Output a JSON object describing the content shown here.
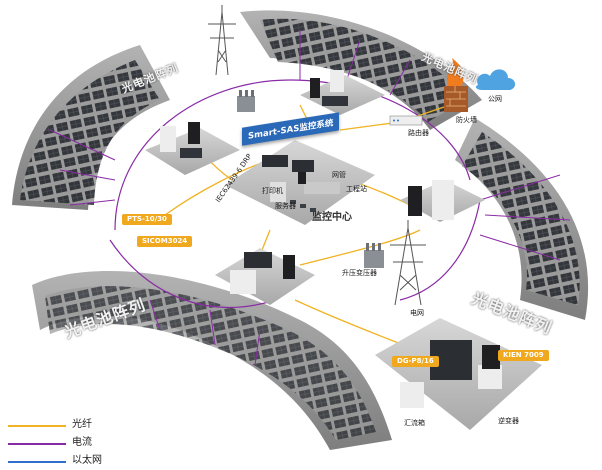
{
  "colors": {
    "fiber": "#f0b323",
    "current": "#8a2ba6",
    "ethernet": "#2f6fce",
    "panel": "#2b2e33",
    "ground": "#9a9a9a",
    "tag": "#f0a81e",
    "sas_box": "#2a68b8"
  },
  "arrays": {
    "top_left": "光电池阵列",
    "top_right": "光电池阵列",
    "bottom_left": "光电池阵列",
    "bottom_right": "光电池阵列"
  },
  "center": {
    "system_title": "Smart-SAS监控系统",
    "monitor_center": "监控中心",
    "printer": "打印机",
    "server": "服务器",
    "gateway": "网管",
    "workstation": "工程站",
    "protocol": "IEC62439-6 DRP"
  },
  "network": {
    "router": "路由器",
    "firewall": "防火墙",
    "internet": "公网"
  },
  "substation": {
    "transformer": "升压变压器",
    "grid": "电网"
  },
  "tags": {
    "pts": "PTS-10/30",
    "sicom": "SICOM3024",
    "dg": "DG-P8/16",
    "kien": "KIEN 7009"
  },
  "devices": {
    "combiner": "汇流箱",
    "inverter": "逆变器"
  },
  "legend": [
    {
      "label": "光纤",
      "color": "#f0b323"
    },
    {
      "label": "电流",
      "color": "#8a2ba6"
    },
    {
      "label": "以太网",
      "color": "#2f6fce"
    }
  ]
}
